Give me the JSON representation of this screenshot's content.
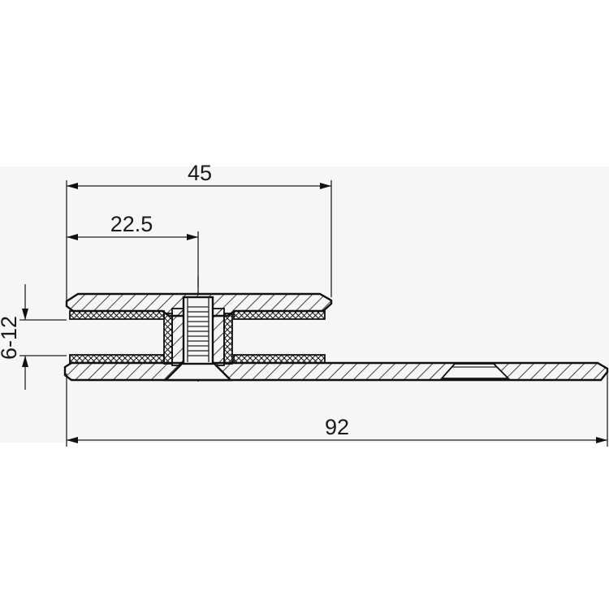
{
  "drawing": {
    "colors": {
      "line": "#111111",
      "background": "#ffffff",
      "light_band": "#f6f6f6"
    },
    "dimensions": {
      "overall_width": "92",
      "plate_width": "45",
      "bolt_offset": "22.5",
      "glass_thickness": "6-12"
    }
  }
}
